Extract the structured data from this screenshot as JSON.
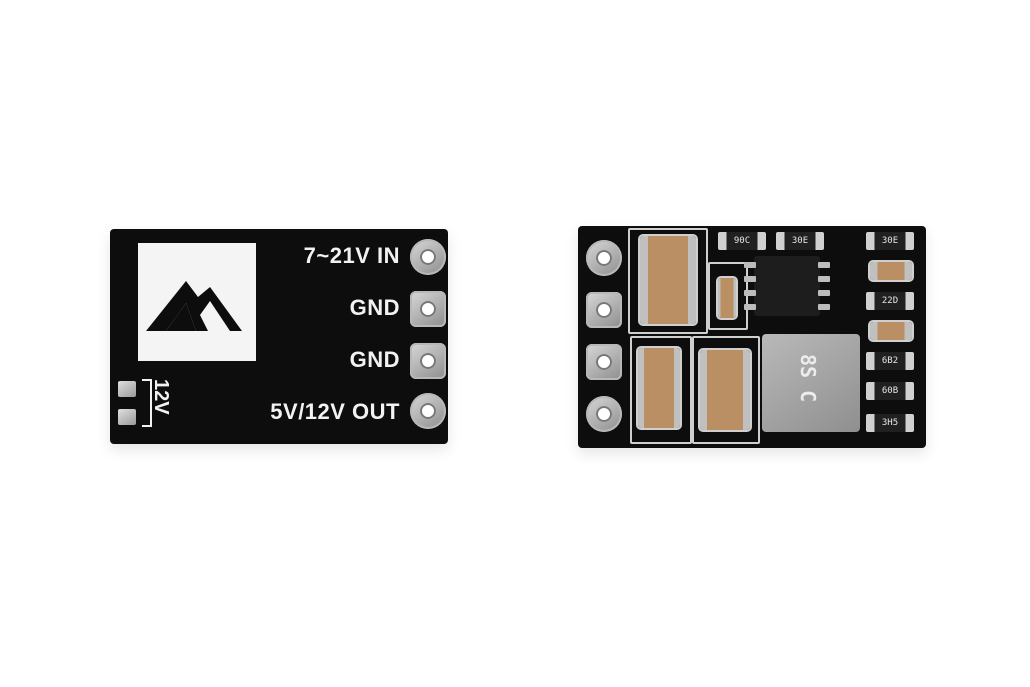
{
  "front_board": {
    "pins": [
      {
        "label": "7~21V IN"
      },
      {
        "label": "GND"
      },
      {
        "label": "GND"
      },
      {
        "label": "5V/12V OUT"
      }
    ],
    "jumper_label": "12V"
  },
  "back_board": {
    "resistors": [
      "90C",
      "30E",
      "30E",
      "",
      "22D",
      "",
      "6B2",
      "60B",
      "3H5"
    ],
    "inductor_mark": "8S C"
  },
  "colors": {
    "board": "#0d0d0d",
    "silkscreen": "#f2f2f2",
    "capacitor": "#b98f63",
    "solder": "#c0c0c0"
  }
}
